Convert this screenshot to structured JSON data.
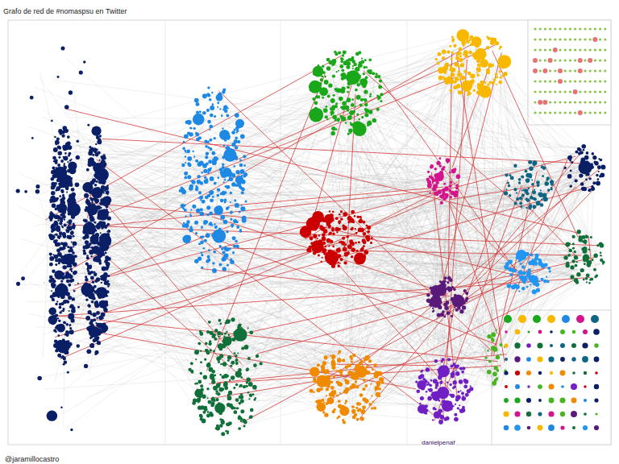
{
  "diagram": {
    "title": "Grafo de red de #nomaspsu en Twitter",
    "caption": "@jaramillocastro",
    "labels": [
      "danielpenaf"
    ]
  }
}
